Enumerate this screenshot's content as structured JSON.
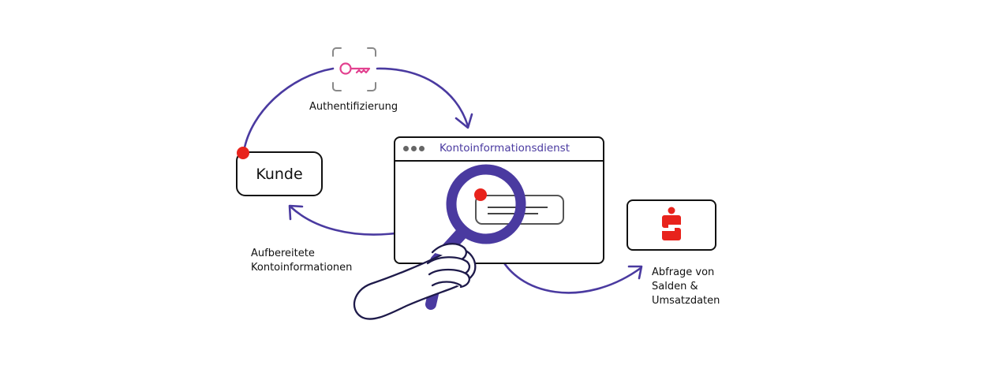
{
  "nodes": {
    "kunde": "Kunde",
    "dienst": "Kontoinformationsdienst"
  },
  "labels": {
    "auth": "Authentifizierung",
    "aufbereitet": [
      "Aufbereitete",
      "Kontoinformationen"
    ],
    "abfrage": [
      "Abfrage von",
      "Salden &",
      "Umsatzdaten"
    ]
  },
  "colors": {
    "accent": "#4a3aa0",
    "key": "#e2418f",
    "dot": "#e8231c",
    "sparkasse": "#e8231c"
  },
  "icons": {
    "auth": "key-icon",
    "bank": "sparkasse-logo-icon",
    "search": "magnifier-hand-icon"
  }
}
